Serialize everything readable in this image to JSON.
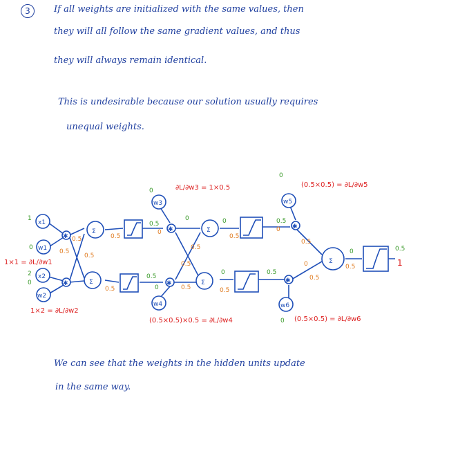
{
  "item_number": "3",
  "paragraph1": [
    "If   all   weights   are   initialized   with   the   same   values,   then",
    "they   will   all   follow   the   same   gradient   values,   and   thus",
    "they   will   always   remain   identical."
  ],
  "paragraph2": [
    "This   is   undesirable   because   our   solution   usually   requires",
    "unequal   weights."
  ],
  "diagram": {
    "inputs": [
      "x1",
      "w1",
      "x2",
      "w2"
    ],
    "input_values": [
      "1",
      "0",
      "2",
      "0"
    ],
    "hidden_weights": [
      "w3",
      "w4"
    ],
    "output_weights": [
      "w5",
      "w6"
    ],
    "sum_symbol": "Σ",
    "mult_symbol": "✱",
    "node_value": "0.5",
    "zero": "0",
    "output_value": "1",
    "grad_w1": "1×1 = ∂L/∂w1",
    "grad_w2": "1×2 = ∂L/∂w2",
    "grad_w3": "∂L/∂w3 = 1×0.5",
    "grad_w4": "(0.5×0.5)×0.5 = ∂L/∂w4",
    "grad_w5": "(0.5×0.5) = ∂L/∂w5",
    "grad_w6": "(0.5×0.5) = ∂L/∂w6"
  },
  "paragraph3": [
    "We   can   see   that   the   weights   in   the   hidden   units   update",
    "in   the   same   way."
  ]
}
